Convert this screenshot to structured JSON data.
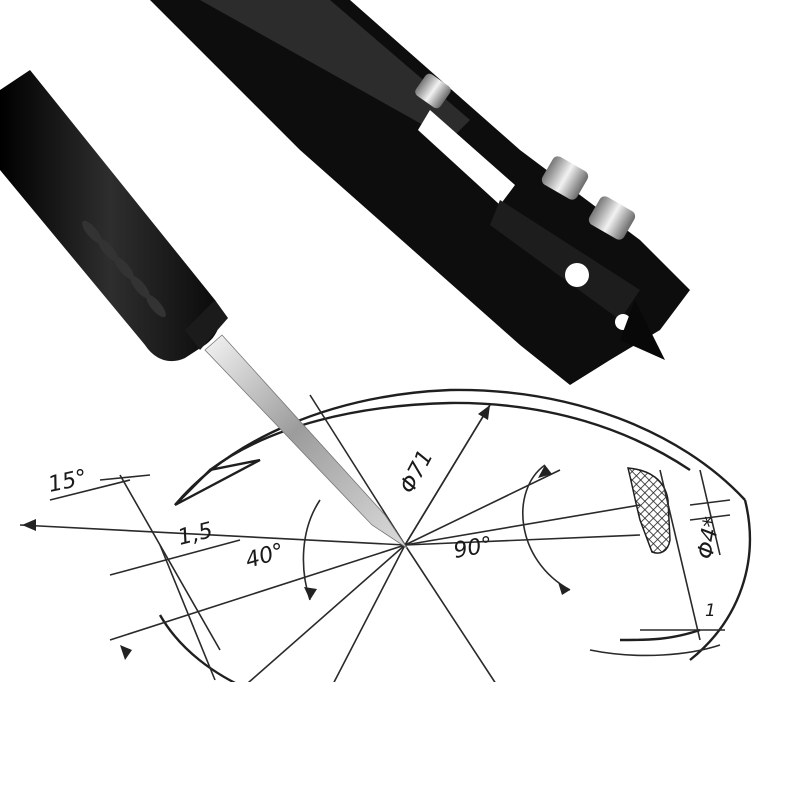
{
  "drawing": {
    "labels": {
      "angle_15": "15°",
      "len_1_5": "1,5",
      "angle_40": "40°",
      "diameter_71": "Φ71",
      "angle_90": "90°",
      "diameter_4": "Φ4*",
      "len_1": "1"
    }
  },
  "colors": {
    "background": "#ffffff",
    "drawing_ink": "#1f1f1f",
    "tool_body": "#111111",
    "tip_metal": "#b9b9b9"
  }
}
